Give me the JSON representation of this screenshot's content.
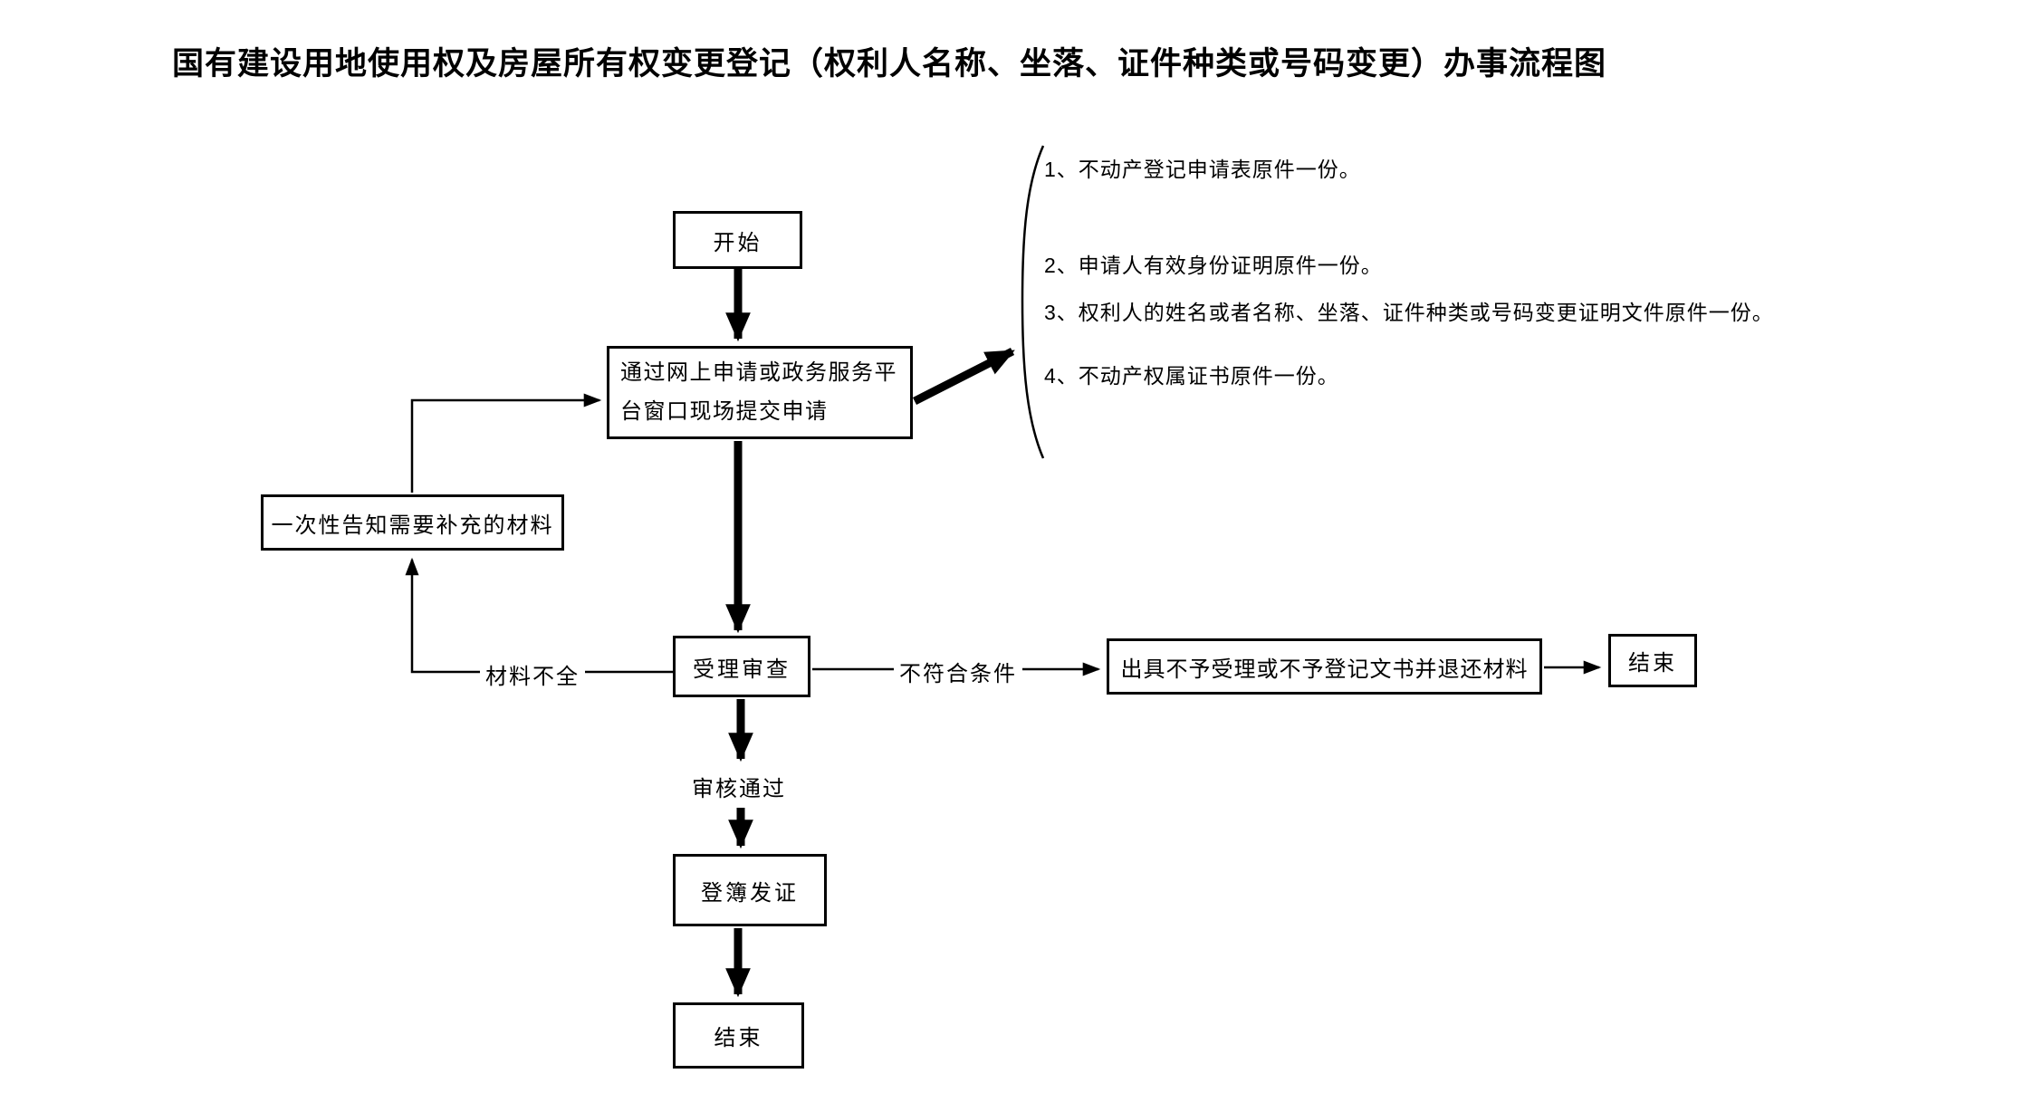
{
  "title": "国有建设用地使用权及房屋所有权变更登记（权利人名称、坐落、证件种类或号码变更）办事流程图",
  "nodes": {
    "start": "开始",
    "submit": "通过网上申请或政务服务平台窗口现场提交申请",
    "notify_supplement": "一次性告知需要补充的材料",
    "accept_review": "受理审查",
    "reject_return": "出具不予受理或不予登记文书并退还材料",
    "end_right": "结束",
    "register_issue": "登簿发证",
    "end_bottom": "结束"
  },
  "edge_labels": {
    "materials_incomplete": "材料不全",
    "not_meet_conditions": "不符合条件",
    "review_passed": "审核通过"
  },
  "materials_list": [
    "1、不动产登记申请表原件一份。",
    "2、申请人有效身份证明原件一份。",
    "3、权利人的姓名或者名称、坐落、证件种类或号码变更证明文件原件一份。",
    "4、不动产权属证书原件一份。"
  ],
  "colors": {
    "ink": "#000000",
    "background": "#ffffff"
  }
}
